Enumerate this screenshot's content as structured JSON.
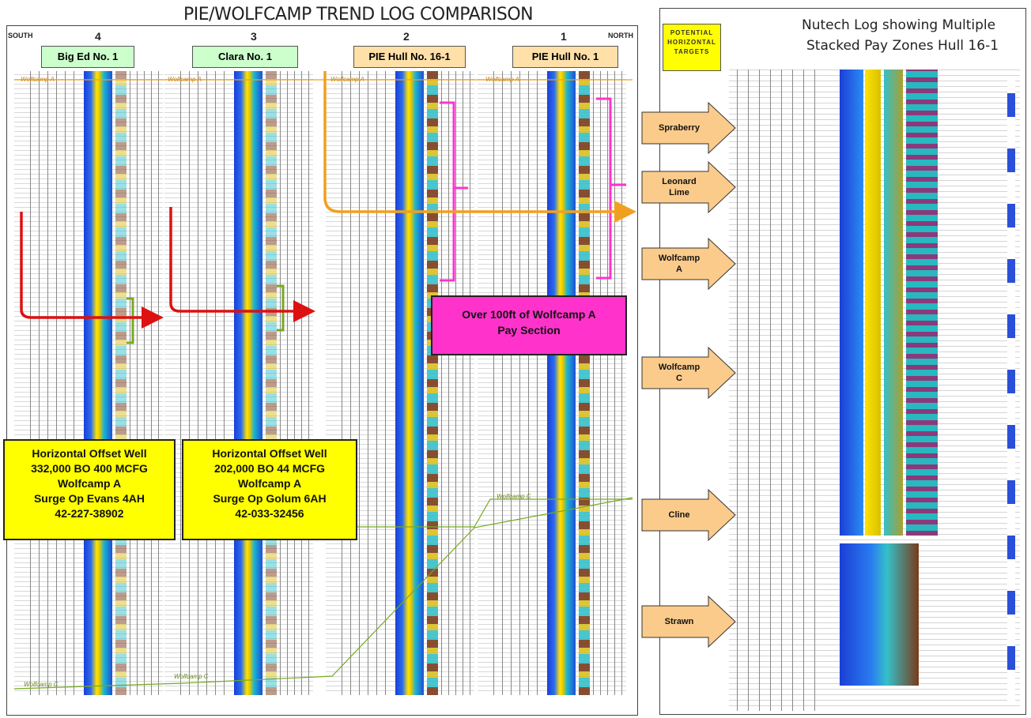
{
  "left_panel": {
    "title": "PIE/WOLFCAMP TREND LOG COMPARISON",
    "south_label": "SOUTH",
    "north_label": "NORTH",
    "wells": [
      {
        "number": "4",
        "name": "Big Ed No. 1",
        "color": "#ccffcc"
      },
      {
        "number": "3",
        "name": "Clara No. 1",
        "color": "#ccffcc"
      },
      {
        "number": "2",
        "name": "PIE Hull No. 16-1",
        "color": "#ffe0a8"
      },
      {
        "number": "1",
        "name": "PIE Hull No. 1",
        "color": "#ffe0a8"
      }
    ],
    "marker_label": "Wolfcamp A",
    "lower_marker_label": "Wolfcamp C",
    "offset_wells": [
      {
        "lines": [
          "Horizontal Offset Well",
          "332,000 BO 400 MCFG",
          "Wolfcamp A",
          "Surge Op Evans 4AH",
          "42-227-38902"
        ]
      },
      {
        "lines": [
          "Horizontal Offset Well",
          "202,000 BO 44 MCFG",
          "Wolfcamp A",
          "Surge Op Golum 6AH",
          "42-033-32456"
        ]
      }
    ],
    "pay_callout": {
      "line1": "Over 100ft of Wolfcamp A",
      "line2": "Pay Section"
    }
  },
  "right_panel": {
    "title_line1": "Nutech Log showing Multiple",
    "title_line2": "Stacked Pay Zones Hull 16-1",
    "tag_line1": "POTENTIAL",
    "tag_line2": "HORIZONTAL",
    "tag_line3": "TARGETS",
    "targets": [
      {
        "line1": "Spraberry",
        "line2": ""
      },
      {
        "line1": "Leonard",
        "line2": "Lime"
      },
      {
        "line1": "Wolfcamp",
        "line2": "A"
      },
      {
        "line1": "Wolfcamp",
        "line2": "C"
      },
      {
        "line1": "Cline",
        "line2": ""
      },
      {
        "line1": "Strawn",
        "line2": ""
      }
    ]
  },
  "colors": {
    "yellow": "#ffff00",
    "magenta": "#ff33cc",
    "orange_arrow": "#f0a020",
    "red_arrow": "#dd1111",
    "green_bracket": "#77aa22",
    "arrow_fill": "#fbcb8b"
  }
}
